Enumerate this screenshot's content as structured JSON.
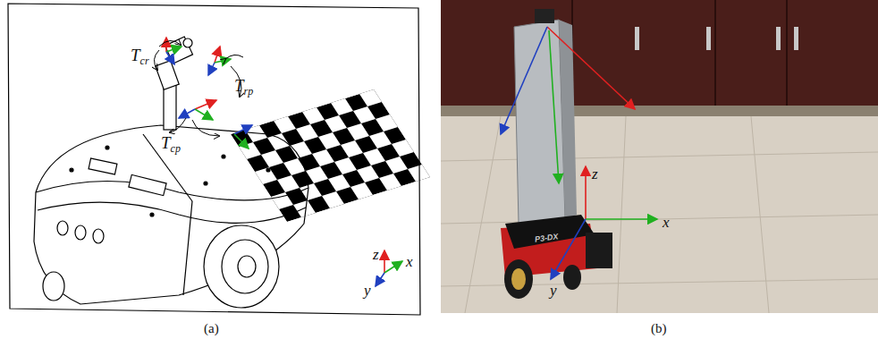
{
  "diagram": {
    "labels": [
      "Tcr",
      "Trp",
      "Tcp",
      "z",
      "x",
      "y",
      "P3-DX",
      "z",
      "x",
      "y",
      "(a)",
      "(b)"
    ]
  }
}
